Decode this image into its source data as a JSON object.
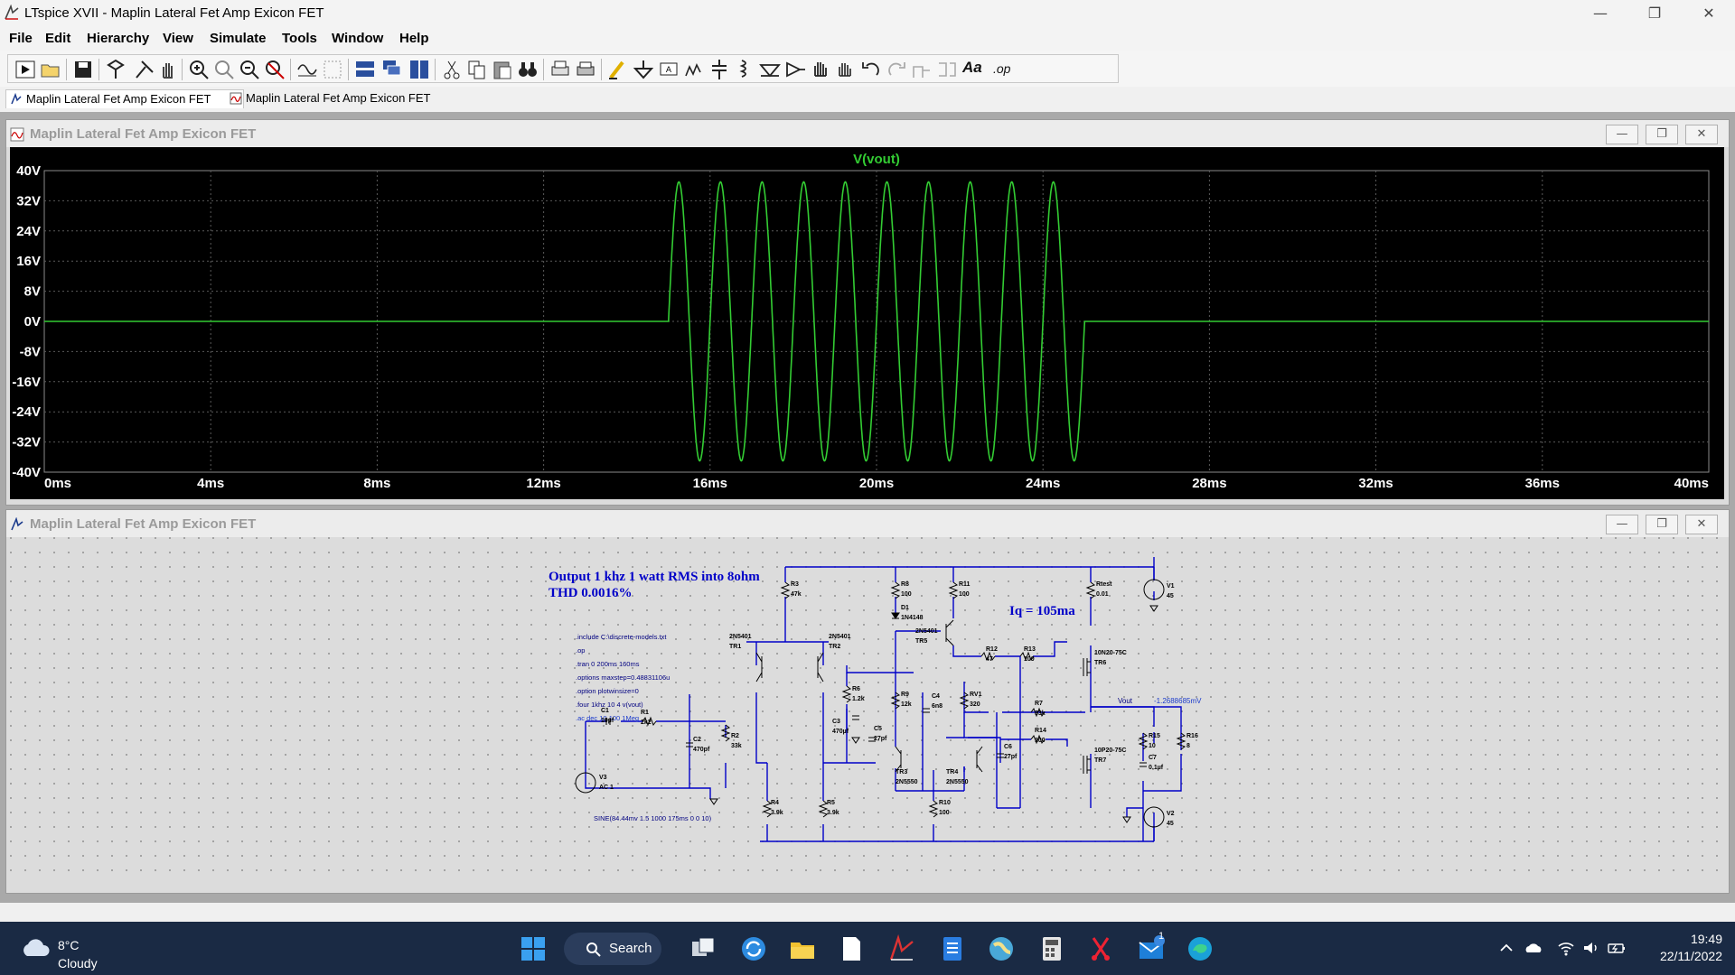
{
  "window": {
    "title": "LTspice XVII - Maplin Lateral Fet Amp Exicon FET",
    "minimize": "—",
    "restore": "❐",
    "close": "✕"
  },
  "menu": [
    "File",
    "Edit",
    "Hierarchy",
    "View",
    "Simulate",
    "Tools",
    "Window",
    "Help"
  ],
  "toolbar": {
    "font_label": "Aa",
    "op_label": ".op"
  },
  "tabs": [
    {
      "label": "Maplin Lateral Fet Amp Exicon FET",
      "icon": "schematic-icon",
      "active": true
    },
    {
      "label": "Maplin Lateral Fet Amp Exicon FET",
      "icon": "waveform-icon",
      "active": false
    }
  ],
  "waveform_window": {
    "title": "Maplin Lateral Fet Amp Exicon FET",
    "btn_min": "—",
    "btn_max": "❐",
    "btn_close": "✕"
  },
  "schematic_window": {
    "title": "Maplin Lateral Fet Amp Exicon FET",
    "btn_min": "—",
    "btn_max": "❐",
    "btn_close": "✕",
    "heading_line1": "Output 1 khz 1 watt RMS into 8ohm",
    "heading_line2": "THD 0.0016%",
    "iq_text": "Iq = 105ma",
    "directives": [
      ".include C:\\discrete-models.txt",
      ".op",
      ".tran 0 200ms 160ms",
      ".options maxstep=0.48831106u",
      ".option plotwinsize=0",
      ".four 1khz 10 4 v(vout)",
      ".ac dec 10 100 1Meg"
    ],
    "source_text": "SINE(84.44mv 1.5 1000 175ms 0 0 10)",
    "vout_label": "Vout",
    "vout_value": "-1.2688685mV",
    "components": {
      "c1": [
        "C1",
        "10µf"
      ],
      "r1": [
        "R1",
        "2k2"
      ],
      "c2": [
        "C2",
        "470pf"
      ],
      "r2": [
        "R2",
        "33k"
      ],
      "v3": [
        "V3",
        "AC 1"
      ],
      "r3": [
        "R3",
        "47k"
      ],
      "tr1": [
        "2N5401",
        "TR1"
      ],
      "tr2": [
        "2N5401",
        "TR2"
      ],
      "r4": [
        "R4",
        "3.9k"
      ],
      "r5": [
        "R5",
        "3.9k"
      ],
      "r6": [
        "R6",
        "1.2k"
      ],
      "c3": [
        "C3",
        "470µf"
      ],
      "c5": [
        "C5",
        "27pf"
      ],
      "tr3": [
        "TR3",
        "2N5550"
      ],
      "tr4": [
        "TR4",
        "2N5550"
      ],
      "r8": [
        "R8",
        "100"
      ],
      "d1": [
        "D1",
        "1N4148"
      ],
      "tr5": [
        "2N5401",
        "TR5"
      ],
      "r9": [
        "R9",
        "12k"
      ],
      "c4": [
        "C4",
        "6n8"
      ],
      "r10": [
        "R10",
        "100"
      ],
      "r11": [
        "R11",
        "100"
      ],
      "r12": [
        "R12",
        "47"
      ],
      "r13": [
        "R13",
        "100"
      ],
      "rv1": [
        "RV1",
        "320"
      ],
      "r7": [
        "R7",
        "33k"
      ],
      "r14": [
        "R14",
        "100"
      ],
      "c6": [
        "C6",
        "27pf"
      ],
      "rtest": [
        "Rtest",
        "0.01"
      ],
      "tr6": [
        "10N20-75C",
        "TR6"
      ],
      "tr7": [
        "10P20-75C",
        "TR7"
      ],
      "r15": [
        "R15",
        "10"
      ],
      "c7": [
        "C7",
        "0.1µf"
      ],
      "r16": [
        "R16",
        "8"
      ],
      "v1": [
        "V1",
        "45"
      ],
      "v2": [
        "V2",
        "45"
      ]
    }
  },
  "chart_data": {
    "type": "line",
    "title": "V(vout)",
    "xlabel": "",
    "ylabel": "",
    "x_ticks": [
      "0ms",
      "4ms",
      "8ms",
      "12ms",
      "16ms",
      "20ms",
      "24ms",
      "28ms",
      "32ms",
      "36ms",
      "40ms"
    ],
    "y_ticks": [
      "40V",
      "32V",
      "24V",
      "16V",
      "8V",
      "0V",
      "-8V",
      "-16V",
      "-24V",
      "-32V",
      "-40V"
    ],
    "xlim": [
      0,
      40
    ],
    "ylim": [
      -40,
      40
    ],
    "x_unit": "ms",
    "y_unit": "V",
    "grid": true,
    "series": [
      {
        "name": "V(vout)",
        "color": "#33cc33",
        "description_points": {
          "burst_start_ms": 15.0,
          "burst_end_ms": 25.0,
          "frequency_khz": 1,
          "amplitude_v": 37
        }
      }
    ]
  },
  "taskbar": {
    "temperature": "8°C",
    "condition": "Cloudy",
    "search_label": "Search",
    "time": "19:49",
    "date": "22/11/2022",
    "mail_badge": "1"
  },
  "colors": {
    "trace": "#33cc33",
    "grid": "#5a5a5a",
    "axis_text": "#ffffff",
    "schematic_wire": "#0000c8",
    "schematic_text": "#00008b"
  }
}
